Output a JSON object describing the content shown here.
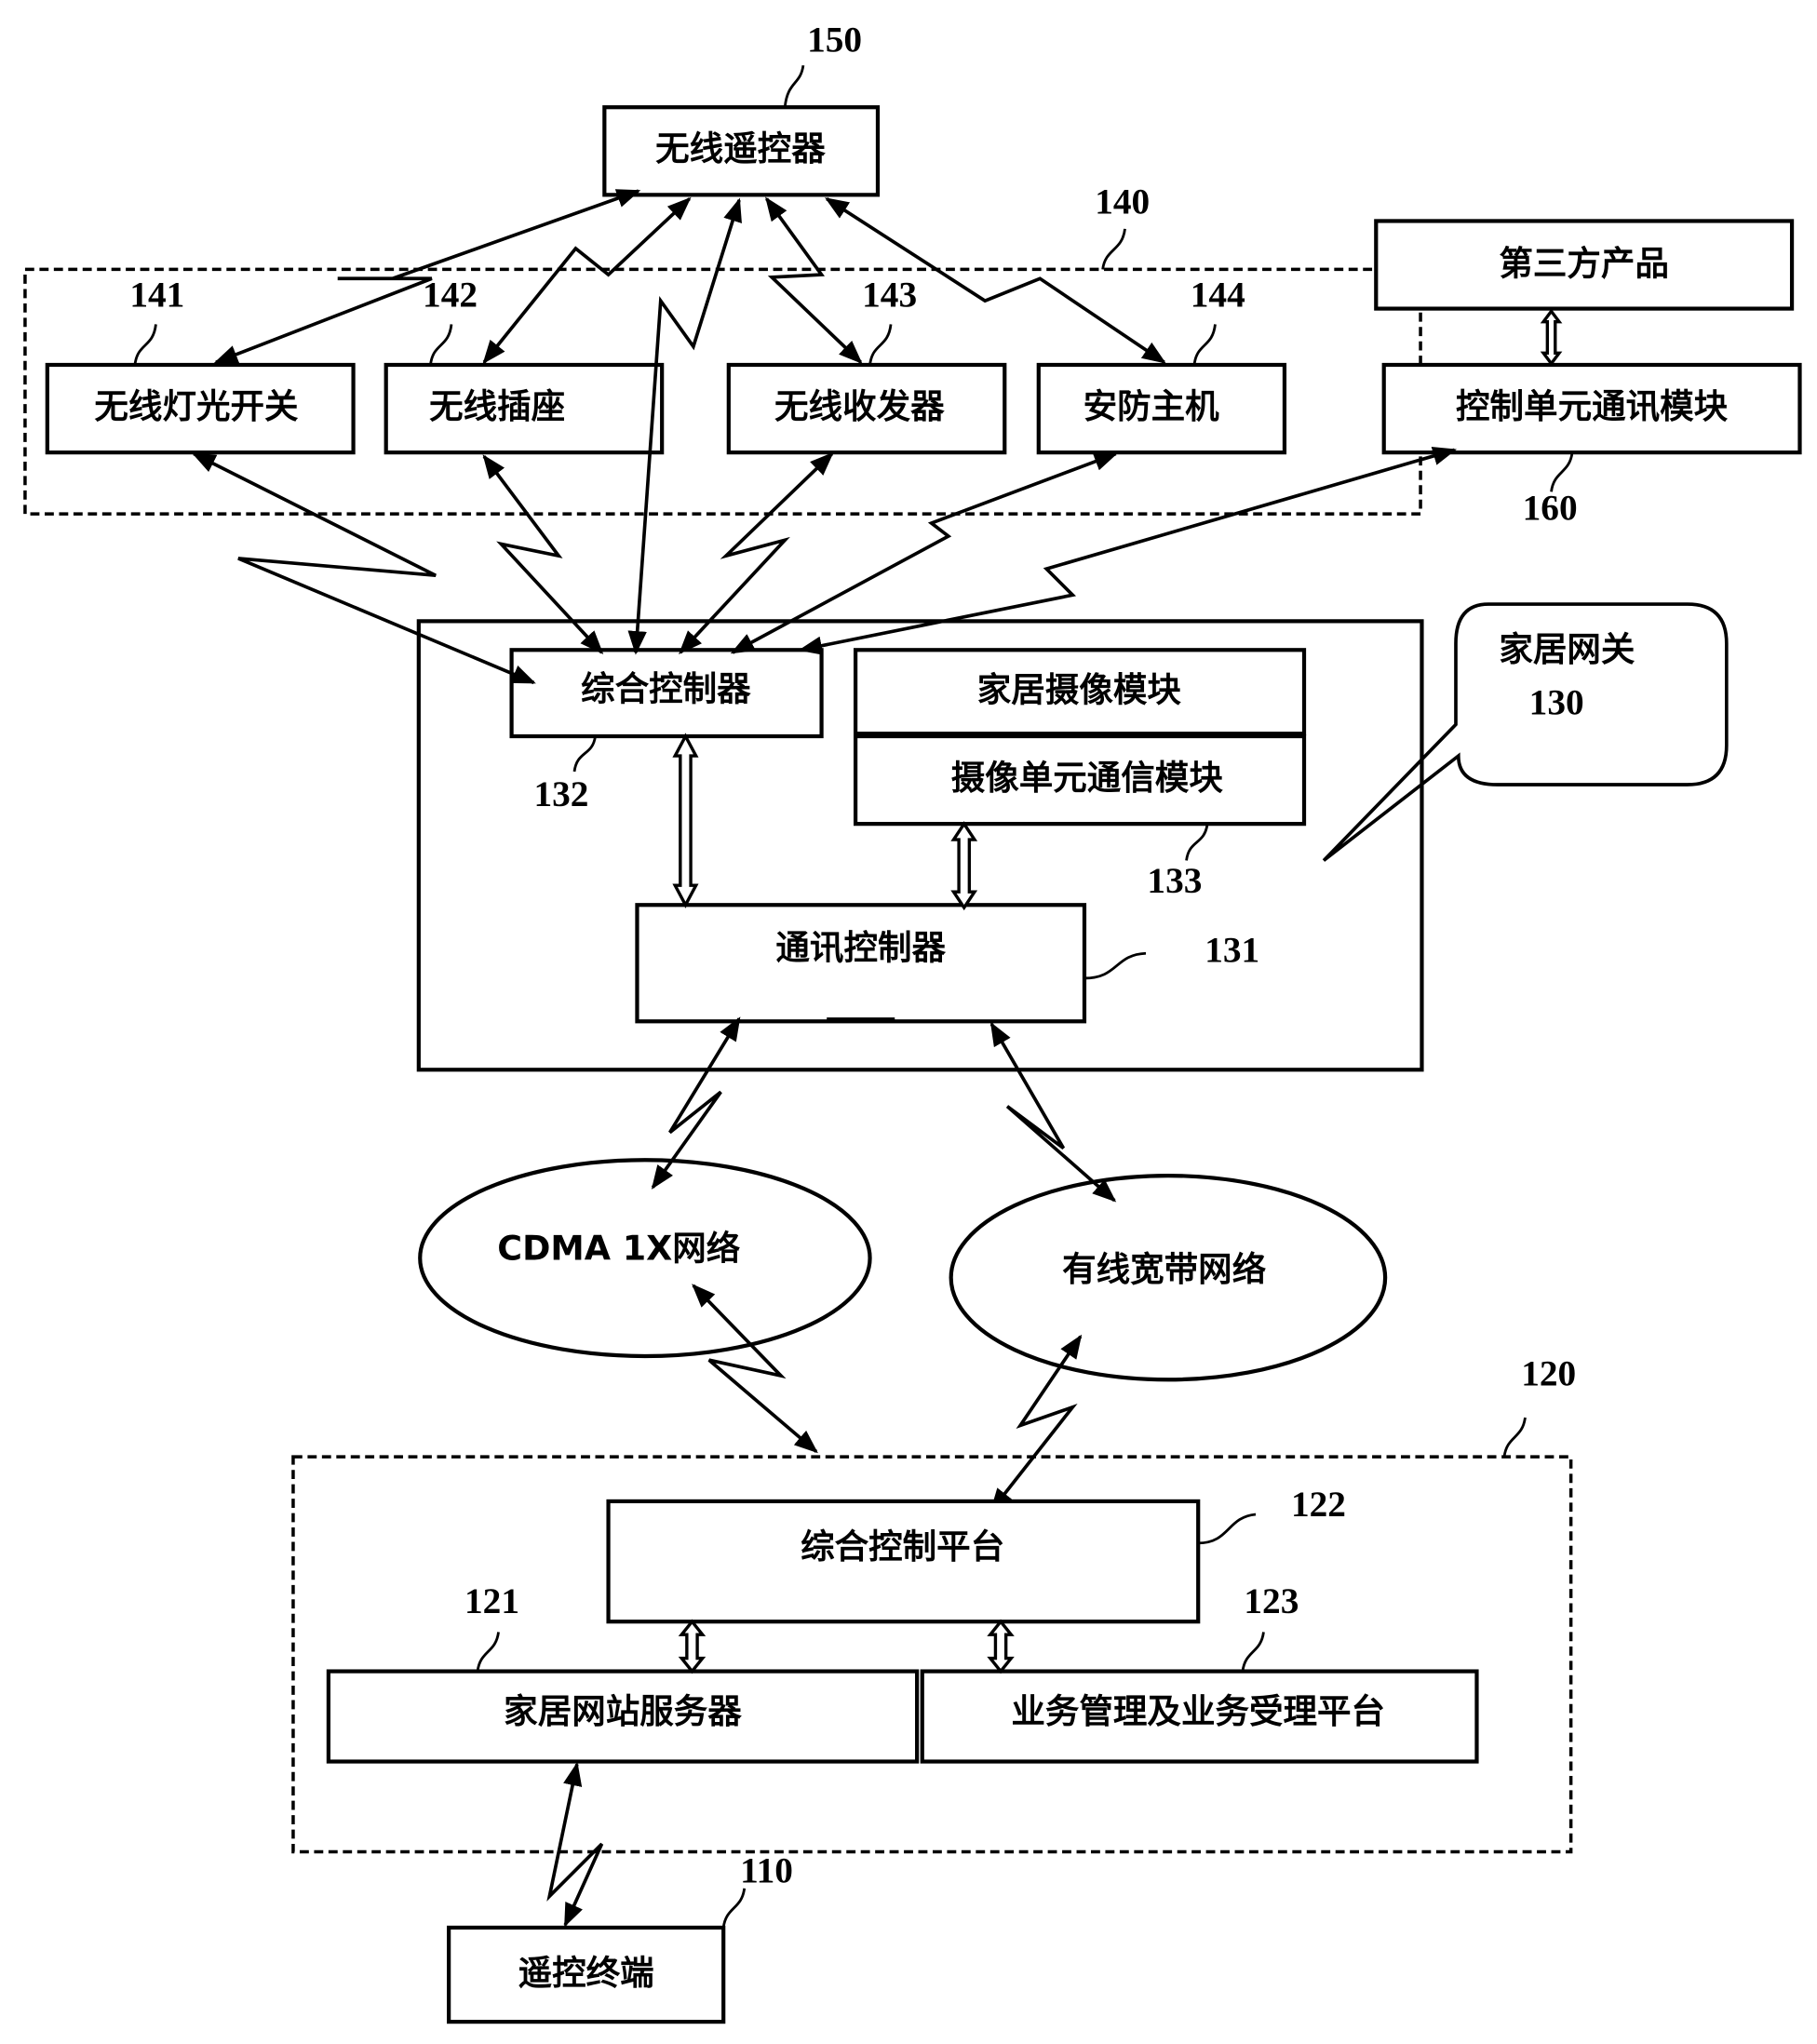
{
  "diagram": {
    "remote_controller": {
      "label": "无线遥控器",
      "ref": "150"
    },
    "wireless_group": {
      "ref": "140"
    },
    "light_switch": {
      "label": "无线灯光开关",
      "ref": "141"
    },
    "wireless_socket": {
      "label": "无线插座",
      "ref": "142"
    },
    "transceiver": {
      "label": "无线收发器",
      "ref": "143"
    },
    "security_host": {
      "label": "安防主机",
      "ref": "144"
    },
    "third_party": {
      "label": "第三方产品"
    },
    "control_comm_module": {
      "label": "控制单元通讯模块",
      "ref": "160"
    },
    "home_gateway": {
      "label": "家居网关",
      "ref": "130"
    },
    "integrated_controller": {
      "label": "综合控制器",
      "ref": "132"
    },
    "camera_module": {
      "label": "家居摄像模块"
    },
    "camera_comm_module": {
      "label": "摄像单元通信模块",
      "ref": "133"
    },
    "comm_controller": {
      "label": "通讯控制器",
      "ref": "131"
    },
    "cdma_network": {
      "label": "CDMA 1X网络"
    },
    "broadband_network": {
      "label": "有线宽带网络"
    },
    "platform_group": {
      "ref": "120"
    },
    "control_platform": {
      "label": "综合控制平台",
      "ref": "122"
    },
    "web_server": {
      "label": "家居网站服务器",
      "ref": "121"
    },
    "business_platform": {
      "label": "业务管理及业务受理平台",
      "ref": "123"
    },
    "remote_terminal": {
      "label": "遥控终端",
      "ref": "110"
    }
  }
}
